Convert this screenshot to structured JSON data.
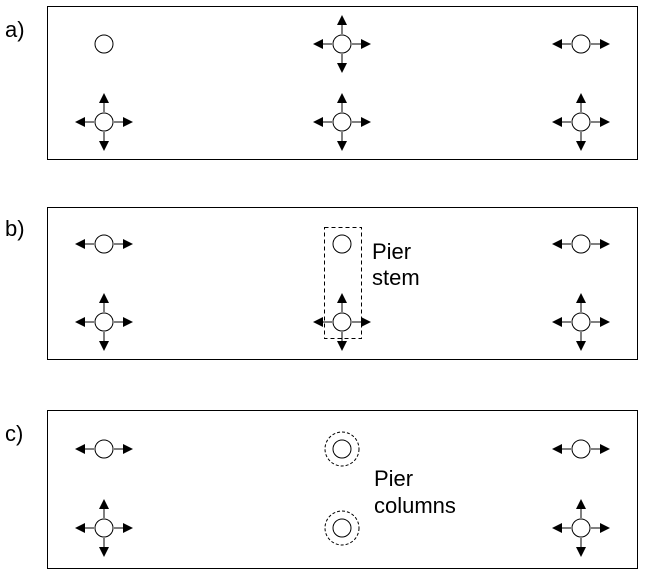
{
  "figure": {
    "panels": [
      {
        "label": "a)",
        "bearings": [
          {
            "position": "top-left",
            "restraint": "fixed"
          },
          {
            "position": "top-center",
            "restraint": "free-both"
          },
          {
            "position": "top-right",
            "restraint": "free-longitudinal"
          },
          {
            "position": "bottom-left",
            "restraint": "free-both"
          },
          {
            "position": "bottom-center",
            "restraint": "free-both"
          },
          {
            "position": "bottom-right",
            "restraint": "free-both"
          }
        ],
        "annotation": null
      },
      {
        "label": "b)",
        "bearings": [
          {
            "position": "top-left",
            "restraint": "free-longitudinal"
          },
          {
            "position": "top-center",
            "restraint": "fixed"
          },
          {
            "position": "top-right",
            "restraint": "free-longitudinal"
          },
          {
            "position": "bottom-left",
            "restraint": "free-both"
          },
          {
            "position": "bottom-center",
            "restraint": "free-both"
          },
          {
            "position": "bottom-right",
            "restraint": "free-both"
          }
        ],
        "annotation": {
          "type": "stem",
          "lines": [
            "Pier",
            "stem"
          ]
        }
      },
      {
        "label": "c)",
        "bearings": [
          {
            "position": "top-left",
            "restraint": "free-longitudinal"
          },
          {
            "position": "top-center",
            "restraint": "column"
          },
          {
            "position": "top-right",
            "restraint": "free-longitudinal"
          },
          {
            "position": "bottom-left",
            "restraint": "free-both"
          },
          {
            "position": "bottom-center",
            "restraint": "column"
          },
          {
            "position": "bottom-right",
            "restraint": "free-both"
          }
        ],
        "annotation": {
          "type": "columns",
          "lines": [
            "Pier",
            "columns"
          ]
        }
      }
    ]
  }
}
